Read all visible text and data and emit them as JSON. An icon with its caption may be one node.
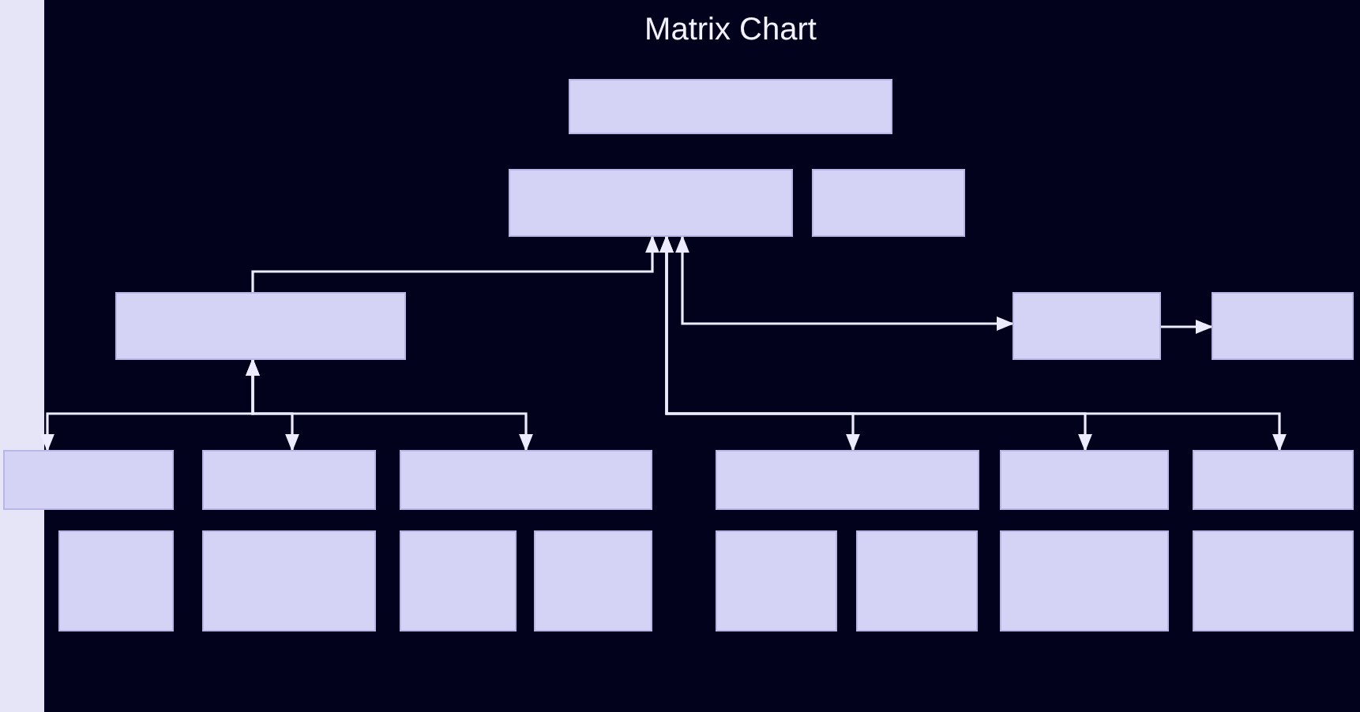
{
  "diagram": {
    "title": "Matrix Chart",
    "nodes": [
      {
        "text": [],
        "shape": "box"
      },
      {
        "text": [],
        "shape": "box"
      },
      {
        "text": [],
        "shape": "box"
      },
      {
        "text": [],
        "shape": "box"
      },
      {
        "text": [],
        "shape": "box"
      },
      {
        "text": [],
        "shape": "box"
      },
      {
        "text": [],
        "shape": "box"
      },
      {
        "text": [],
        "shape": "box"
      },
      {
        "text": [],
        "shape": "box"
      },
      {
        "text": [],
        "shape": "box"
      },
      {
        "text": [],
        "shape": "box"
      },
      {
        "text": [],
        "shape": "box"
      },
      {
        "text": [],
        "shape": "box"
      },
      {
        "text": [],
        "shape": "box"
      },
      {
        "text": [],
        "shape": "box"
      },
      {
        "text": [],
        "shape": "box"
      },
      {
        "text": [],
        "shape": "box"
      },
      {
        "text": [],
        "shape": "box"
      },
      {
        "text": [],
        "shape": "box"
      },
      {
        "text": [],
        "shape": "box"
      }
    ],
    "edges": [
      {
        "from": 3,
        "to": 1,
        "arrow": "to"
      },
      {
        "from": 3,
        "to": 6,
        "arrow": "both"
      },
      {
        "from": 3,
        "to": 7,
        "arrow": "both"
      },
      {
        "from": 3,
        "to": 8,
        "arrow": "both"
      },
      {
        "from": 1,
        "to": 4,
        "arrow": "both"
      },
      {
        "from": 4,
        "to": 5,
        "arrow": "to"
      },
      {
        "from": 1,
        "to": 9,
        "arrow": "both"
      },
      {
        "from": 1,
        "to": 10,
        "arrow": "both"
      },
      {
        "from": 1,
        "to": 11,
        "arrow": "both"
      }
    ]
  }
}
